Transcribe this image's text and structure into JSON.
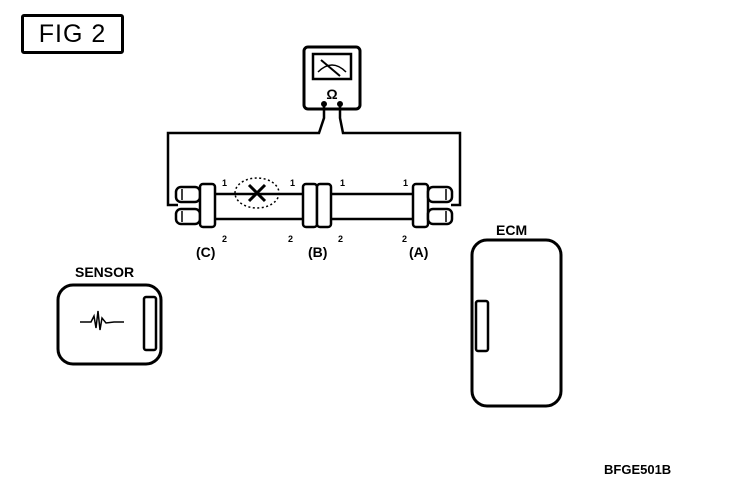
{
  "figure_label": "FIG 2",
  "meter": {
    "symbol": "Ω",
    "icon": "ohmmeter-icon"
  },
  "connectors": [
    {
      "label": "(C)",
      "pin_top": "1",
      "pin_bottom": "2"
    },
    {
      "label": "(B)",
      "pin_top_left": "1",
      "pin_top_right": "1",
      "pin_bottom_left": "2",
      "pin_bottom_right": "2"
    },
    {
      "label": "(A)",
      "pin_top": "1",
      "pin_bottom": "2"
    }
  ],
  "sensor": {
    "label": "SENSOR",
    "icon": "waveform-icon"
  },
  "ecm": {
    "label": "ECM"
  },
  "fault_marker": {
    "icon": "open-circuit-x-icon"
  },
  "code": "BFGE501B"
}
